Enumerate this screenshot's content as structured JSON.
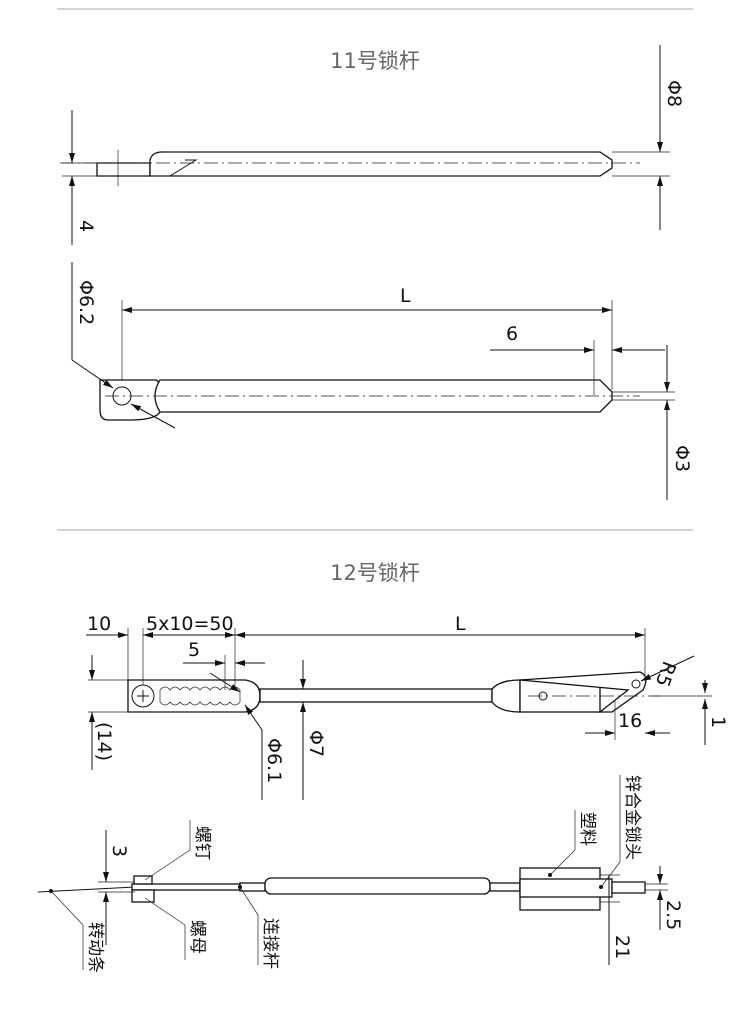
{
  "sections": [
    {
      "title": "11号锁杆",
      "dims": {
        "d8": "Φ8",
        "t4": "4",
        "d62": "Φ6.2",
        "L": "L",
        "six": "6",
        "d3": "Φ3"
      }
    },
    {
      "title": "12号锁杆",
      "dims": {
        "ten": "10",
        "pitch": "5x10=50",
        "L": "L",
        "five": "5",
        "r5": "R5",
        "d14": "(14)",
        "d7": "Φ7",
        "d61": "Φ6.1",
        "sixteen": "16",
        "one": "1",
        "three": "3",
        "twentyone": "21",
        "twofive": "2.5"
      },
      "parts": {
        "screw": "螺钉",
        "nut": "螺母",
        "rotating_bar": "转动条",
        "connecting_rod": "连接杆",
        "plastic": "塑料",
        "zinc_lock_head": "锌合金锁头"
      }
    }
  ]
}
